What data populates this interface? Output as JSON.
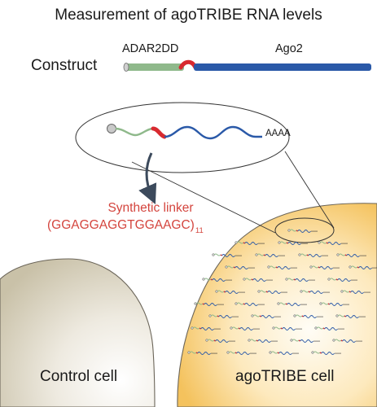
{
  "title": "Measurement of agoTRIBE RNA levels",
  "construct": {
    "label": "Construct",
    "domains": [
      "ADAR2DD",
      "Ago2"
    ]
  },
  "transcript": {
    "polya": "AAAA"
  },
  "linker": {
    "title": "Synthetic linker",
    "sequence": "(GGAGGAGGTGGAAGC)",
    "repeats": "11"
  },
  "cells": {
    "control": "Control cell",
    "agotribe": "agoTRIBE cell"
  },
  "colors": {
    "adar": "#8fb98b",
    "linker": "#d8292f",
    "ago2": "#2a59a8",
    "linker_text": "#d4453e",
    "agotribe_cell": "#f6c96a",
    "control_cell": "#cfc8b3"
  }
}
